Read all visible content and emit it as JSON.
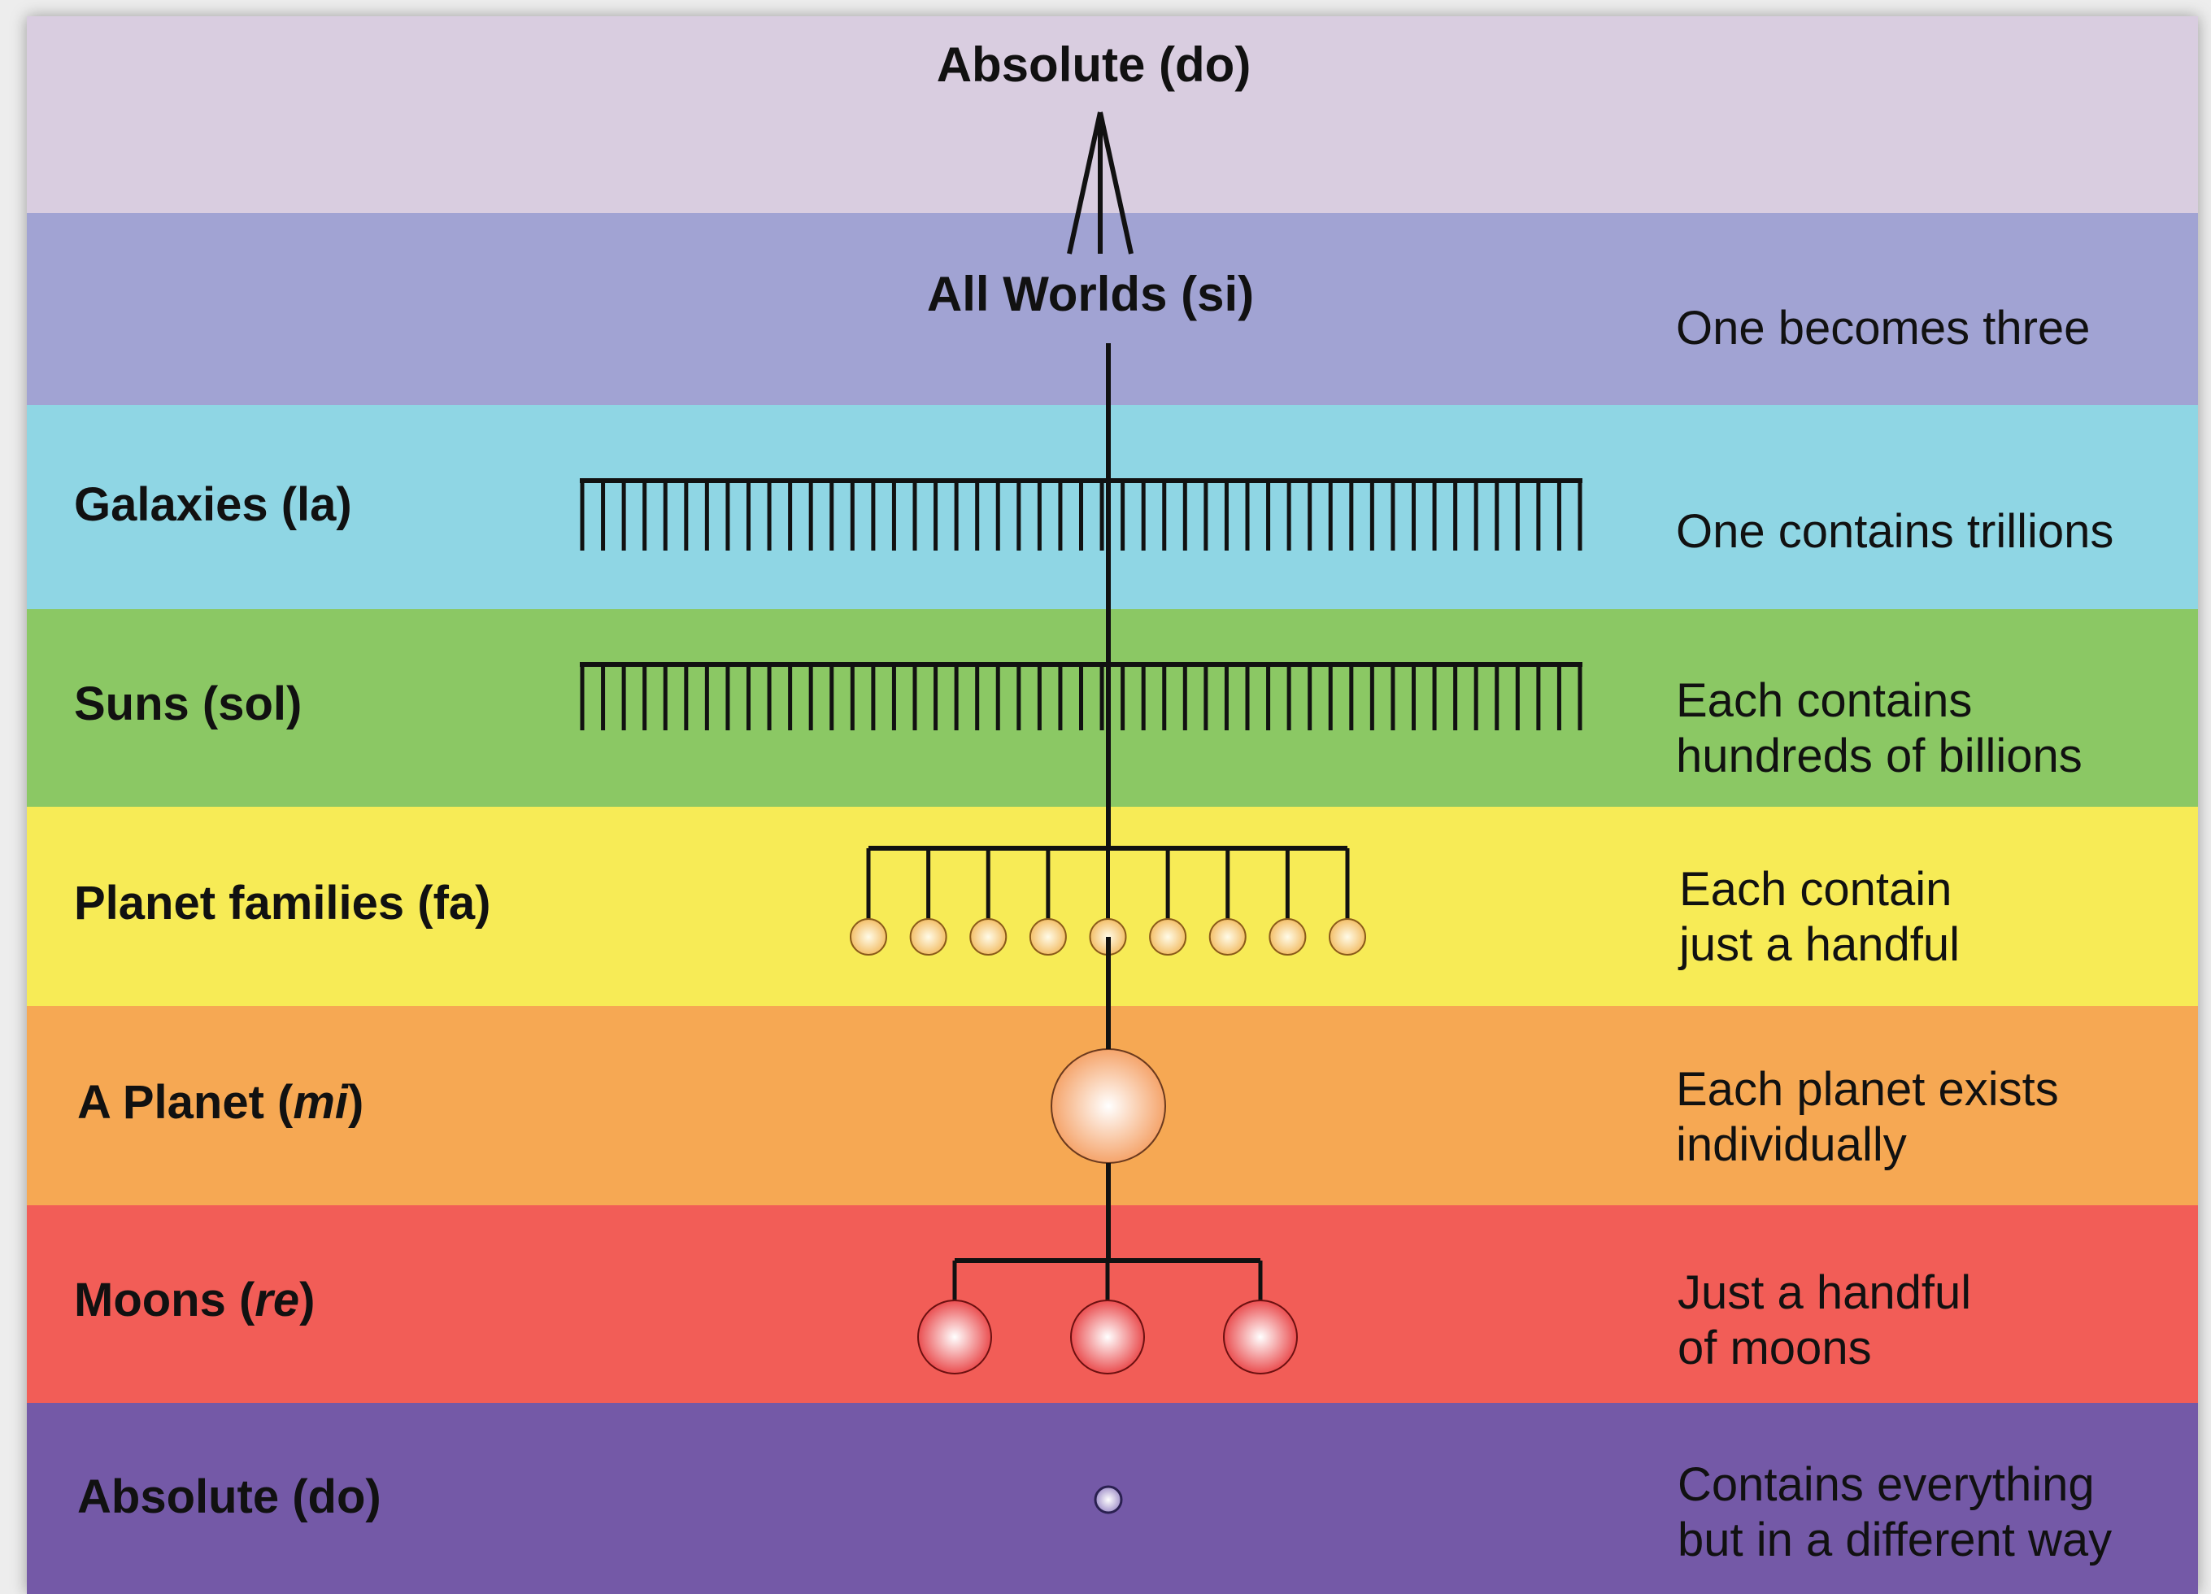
{
  "colors": {
    "absolute_top": "#d9cde0",
    "all_worlds": "#a1a3d3",
    "galaxies": "#8fd6e4",
    "suns": "#8bc864",
    "planet_families": "#f7eb56",
    "a_planet": "#f6a853",
    "moons": "#f25d57",
    "absolute_bottom": "#7459a7",
    "line": "#111111",
    "sun_node": "#f2b95c",
    "planet_node": "#f49b5c",
    "moon_node": "#e83c3e",
    "absolute_node": "#c8bde0"
  },
  "levels": {
    "top": {
      "label": "Absolute (do)"
    },
    "all_worlds": {
      "label": "All Worlds (si)",
      "description": [
        "One becomes three"
      ]
    },
    "galaxies": {
      "label": "Galaxies (la)",
      "description": [
        "One contains trillions"
      ],
      "tick_count": 49
    },
    "suns": {
      "label": "Suns (sol)",
      "description": [
        "Each contains",
        "hundreds of billions"
      ],
      "tick_count": 49
    },
    "planet_families": {
      "label": "Planet families (fa)",
      "description": [
        "Each contain",
        "just a handful"
      ],
      "node_count": 9
    },
    "a_planet": {
      "label_prefix": "A Planet (",
      "label_italic": "mi",
      "label_suffix": ")",
      "description": [
        "Each planet exists",
        "individually"
      ],
      "node_count": 1
    },
    "moons": {
      "label_prefix": "Moons (",
      "label_italic": "re",
      "label_suffix": ")",
      "description": [
        "Just a handful",
        "of moons"
      ],
      "node_count": 3
    },
    "absolute_bottom": {
      "label": "Absolute (do)",
      "description": [
        "Contains everything",
        "but in a different way"
      ],
      "node_count": 1
    }
  }
}
